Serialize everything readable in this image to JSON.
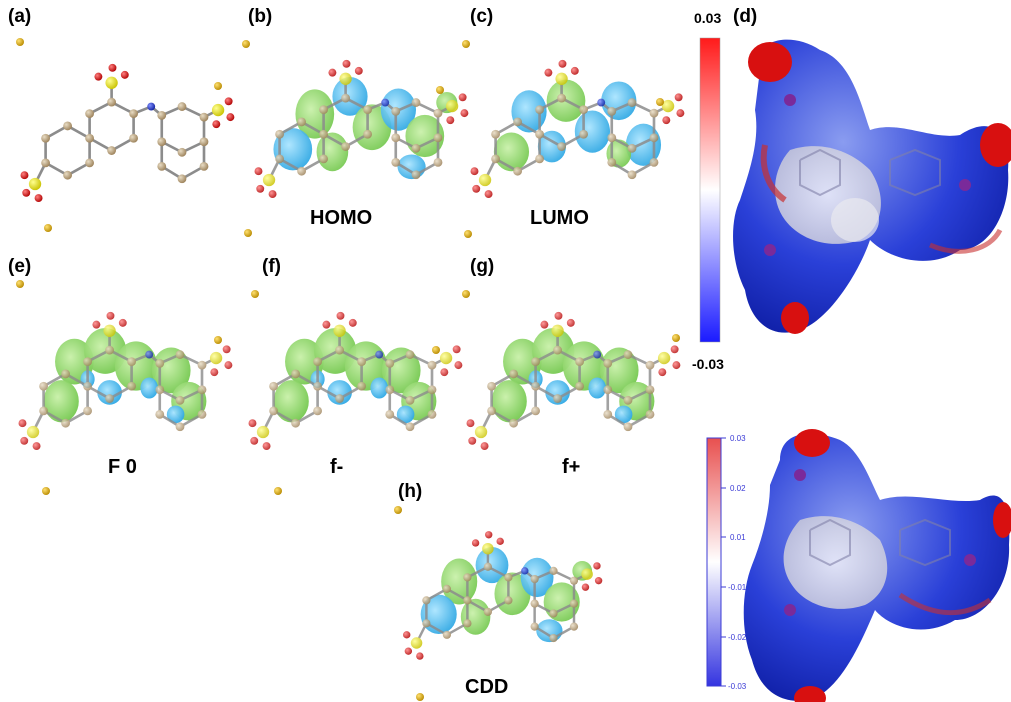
{
  "panels": {
    "a": "(a)",
    "b": "(b)",
    "c": "(c)",
    "d": "(d)",
    "e": "(e)",
    "f": "(f)",
    "g": "(g)",
    "h": "(h)"
  },
  "captions": {
    "homo": "HOMO",
    "lumo": "LUMO",
    "f0": "F 0",
    "fminus": "f-",
    "fplus": "f+",
    "cdd": "CDD"
  },
  "colorbar_top": {
    "max": "0.03",
    "min": "-0.03"
  },
  "colorbar_bottom": {
    "ticks": [
      "0.03",
      "0.02",
      "0.01",
      "-0.01",
      "-0.02",
      "-0.03"
    ]
  },
  "colors": {
    "positive": "#e8202a",
    "negative": "#1c2bd6",
    "lobe_green": "#7ed957",
    "lobe_cyan": "#2bb3e8",
    "carbon": "#b8a07a",
    "sulfur": "#e6e600",
    "oxygen": "#d81414",
    "nitrogen": "#1e35c8",
    "sodium": "#d9a400"
  }
}
